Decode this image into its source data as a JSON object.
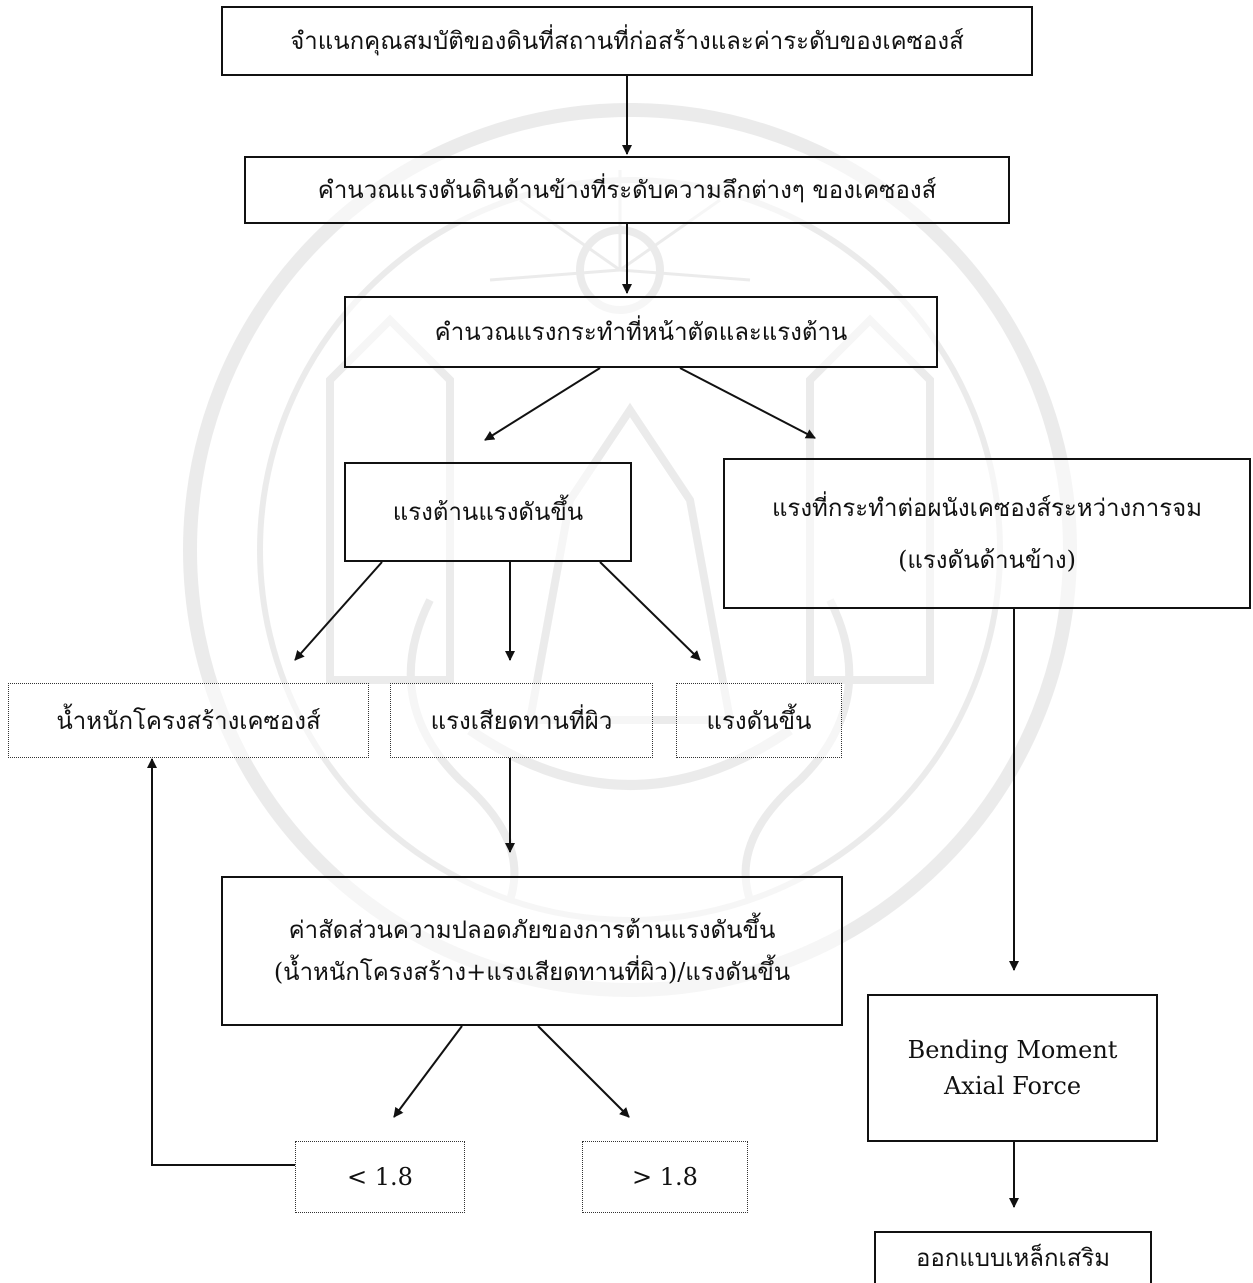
{
  "nodes": {
    "classify": "จำแนกคุณสมบัติของดินที่สถานที่ก่อสร้างและค่าระดับของเคซองส์",
    "lateral_pressure": "คำนวณแรงดันดินด้านข้างที่ระดับความลึกต่างๆ ของเคซองส์",
    "section_forces": "คำนวณแรงกระทำที่หน้าตัดและแรงต้าน",
    "uplift_resistance": "แรงต้านแรงดันขึ้น",
    "wall_forces_line1": "แรงที่กระทำต่อผนังเคซองส์ระหว่างการจม",
    "wall_forces_line2": "(แรงดันด้านข้าง)",
    "caisson_weight": "น้ำหนักโครงสร้างเคซองส์",
    "skin_friction": "แรงเสียดทานที่ผิว",
    "uplift": "แรงดันขึ้น",
    "safety_factor_line1": "ค่าสัดส่วนความปลอดภัยของการต้านแรงดันขึ้น",
    "safety_factor_line2": "(น้ำหนักโครงสร้าง+แรงเสียดทานที่ผิว)/แรงดันขึ้น",
    "less_than": "< 1.8",
    "greater_than": "> 1.8",
    "moment_line1": "Bending Moment",
    "moment_line2": "Axial Force",
    "reinforcement": "ออกแบบเหล็กเสริม"
  },
  "colors": {
    "line": "#111111",
    "watermark": "#b0b0b0"
  }
}
